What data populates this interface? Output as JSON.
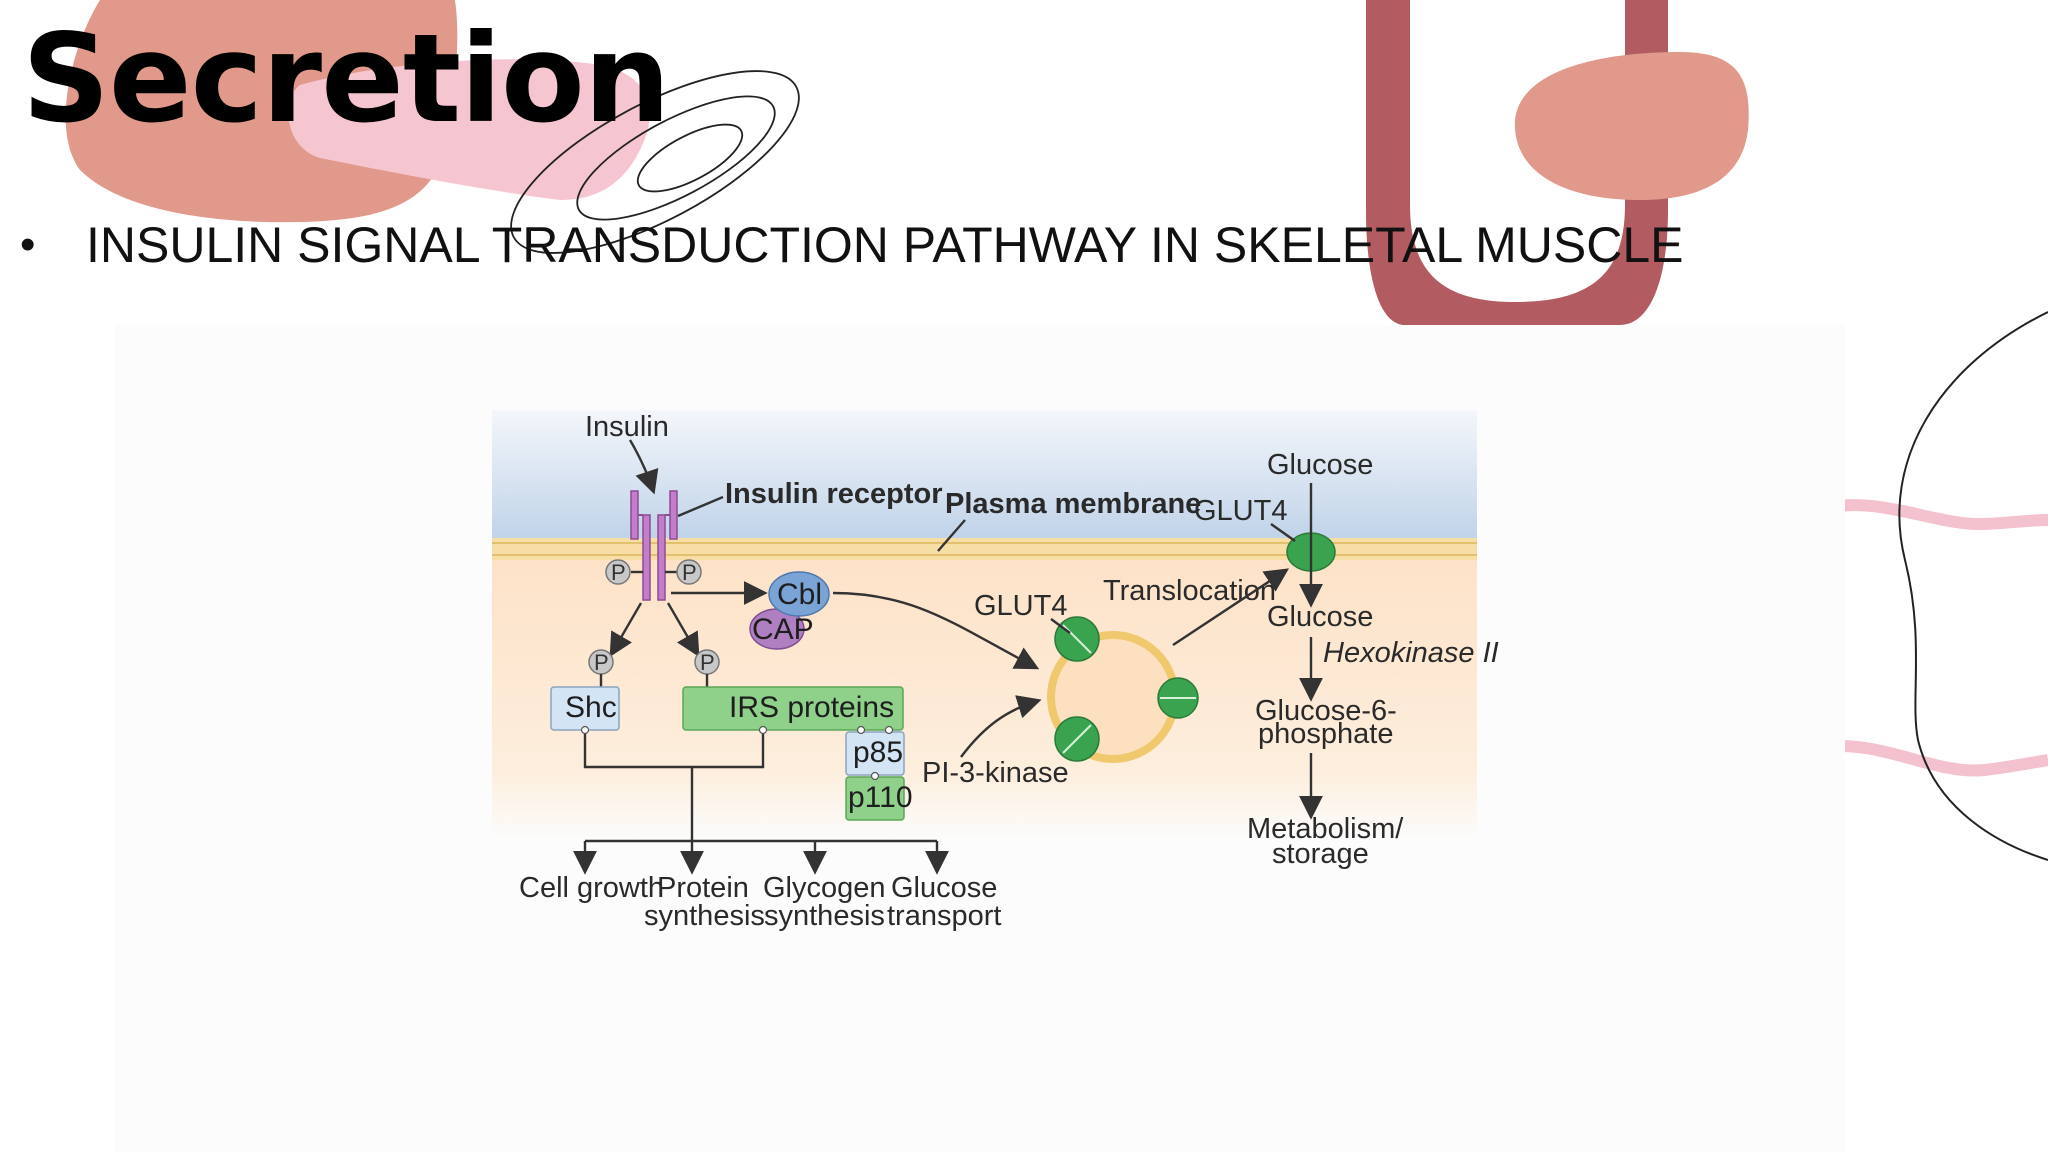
{
  "slide": {
    "title": "Secretion",
    "bullet": "INSULIN SIGNAL TRANSDUCTION PATHWAY IN SKELETAL MUSCLE"
  },
  "colors": {
    "salmon": "#e0998a",
    "pink": "#f5c6d0",
    "maroon": "#b25c62",
    "membrane_blue": "#b8cde6",
    "cytoplasm": "#fde6d0",
    "glut_green": "#3aa34f",
    "receptor_purple": "#c27ec9"
  },
  "diagram": {
    "insulin": "Insulin",
    "insulin_receptor": "Insulin receptor",
    "plasma_membrane": "Plasma membrane",
    "phospho": "P",
    "cbl": "Cbl",
    "cap": "CAP",
    "shc": "Shc",
    "irs_proteins": "IRS proteins",
    "p85": "p85",
    "p110": "p110",
    "pi3_kinase": "PI-3-kinase",
    "glut4_vesicle": "GLUT4",
    "glut4_membrane": "GLUT4",
    "translocation": "Translocation",
    "glucose_out": "Glucose",
    "glucose_in": "Glucose",
    "hexokinase": "Hexokinase II",
    "g6p_line1": "Glucose-6-",
    "g6p_line2": "phosphate",
    "metab_line1": "Metabolism/",
    "metab_line2": "storage",
    "outputs": [
      {
        "line1": "Cell growth",
        "line2": ""
      },
      {
        "line1": "Protein",
        "line2": "synthesis"
      },
      {
        "line1": "Glycogen",
        "line2": "synthesis"
      },
      {
        "line1": "Glucose",
        "line2": "transport"
      }
    ]
  }
}
